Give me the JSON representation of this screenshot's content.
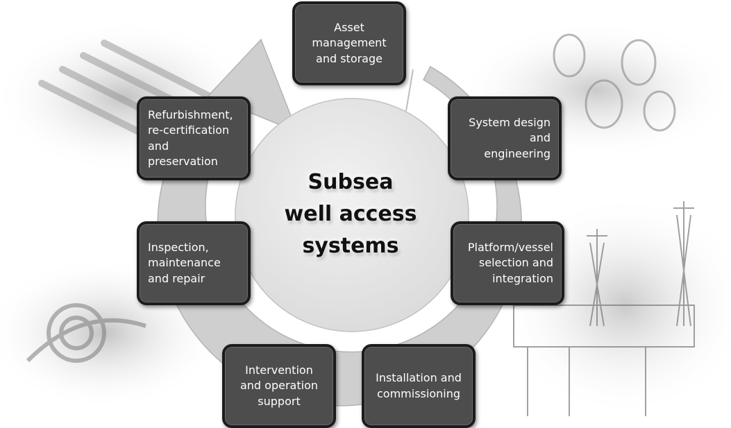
{
  "diagram": {
    "center_title": [
      "Subsea",
      "well access",
      "systems"
    ],
    "nodes": [
      {
        "id": "asset-management",
        "lines": [
          "Asset",
          "management",
          "and storage"
        ]
      },
      {
        "id": "system-design",
        "lines": [
          "System design",
          "and",
          "engineering"
        ]
      },
      {
        "id": "platform-vessel",
        "lines": [
          "Platform/vessel",
          "selection and",
          "integration"
        ]
      },
      {
        "id": "installation",
        "lines": [
          "Installation and",
          "commissioning"
        ]
      },
      {
        "id": "intervention",
        "lines": [
          "Intervention",
          "and operation",
          "support"
        ]
      },
      {
        "id": "inspection",
        "lines": [
          "Inspection,",
          "maintenance",
          "and repair"
        ]
      },
      {
        "id": "refurbishment",
        "lines": [
          "Refurbishment,",
          "re-certification",
          "and",
          "preservation"
        ]
      }
    ],
    "colors": {
      "node_fill": "#4d4d4d",
      "node_border": "#1c1c1c",
      "ring": "#cfcfcf",
      "center_disc": "#e6e6e6",
      "title": "#111111"
    }
  }
}
